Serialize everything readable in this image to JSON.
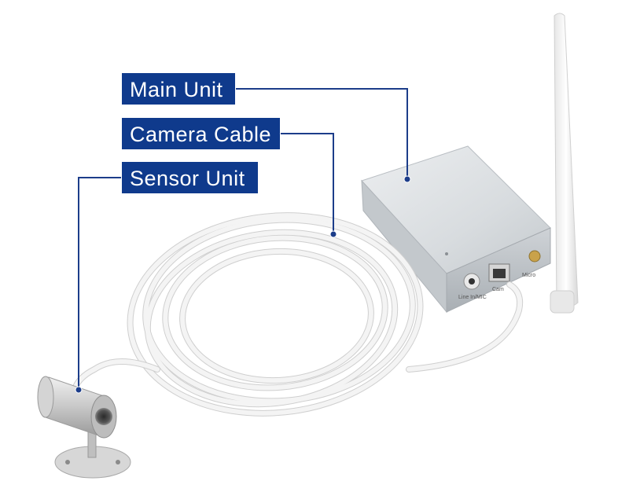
{
  "callouts": {
    "main_unit": "Main Unit",
    "camera_cable": "Camera Cable",
    "sensor_unit": "Sensor Unit"
  },
  "port_labels": {
    "line_in": "Line In/MIC",
    "cam": "Cam",
    "micro": "Micro"
  },
  "colors": {
    "label_background": "#0f3a8c",
    "leader_line": "#1c3d8a",
    "enclosure": "#d9dde1",
    "cable": "#f2f2f2",
    "antenna": "#f7f7f7"
  }
}
